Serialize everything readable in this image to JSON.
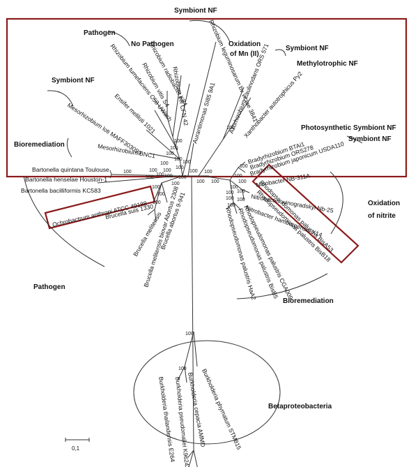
{
  "figure": {
    "groups": {
      "symbiont_nf_top": "Symbiont  NF",
      "pathogen_top": "Pathogen",
      "no_pathogen": "No Pathogen",
      "oxidation_mn": "Oxidation",
      "oxidation_mn_2": "of Mn (II)",
      "symbiont_nf_right": "Symbiont  NF",
      "methylotrophic": "Methylotrophic NF",
      "symbiont_nf_left": "Symbiont  NF",
      "photosynthetic": "Photosynthetic Symbiont NF",
      "symbiont_nf_mid": "Symbiont NF",
      "bioremediation_left": "Bioremediation",
      "oxidation_nitrite": "Oxidation",
      "oxidation_nitrite_2": "of nitrite",
      "pathogen_bottom": "Pathogen",
      "bioremediation_bottom": "Bioremediation",
      "betaproteobacteria": "Betaproteobacteria"
    },
    "taxa": {
      "rhizobium_leguminosarum": "Rhizobium leguminosarum bv viciae 3841",
      "rhizobium_etli": "Rhizobium etli CFN 42",
      "rhizobium_radiobacter": "Rhizobium radiobacter K84",
      "rhizobium_vitis": "Rhizobium vitis S4",
      "rhizobium_tumefaciens": "Rhizobium tumefaciens C58 UWash",
      "ensifer_meliloti": "Ensifer meliloti 1021",
      "mesorhizobium_loti": "Mesorhizobium loti MAFF303099",
      "mesorhizobium_bnc1": "Mesorhizobium BNC1",
      "aurantimonas": "Aurantimonas SI85 9A1",
      "azorhizobium": "Azorhizobium caulinodans ORS 571",
      "xanthobacter": "Xanthobacter autotrophicus Py2",
      "brady_btai1": "Bradyrhizobium BTAi1",
      "brady_ors278": "Bradyrhizobium ORS278",
      "brady_japonicum": "Bradyrhizobium japonicum USDA110",
      "nitrobacter_nb311a": "Nitrobacter NB-311A",
      "nitrobacter_winogradskyi": "Nitrobacter winogradskyi Nb-25",
      "nitrobacter_hamburgensis": "Nitrobacter hamburgensis X14",
      "rhodo_bisa53": "Rhodopseudomonas palustris BisA53",
      "rhodo_bisb18": "Rhodopseudomonas palustris BisB18",
      "rhodo_cga009": "Rhodopseudomonas palustris CGA009",
      "rhodo_bisb5": "Rhodopseudomonas palustris BisB5",
      "rhodo_haa2": "Rhodopseudomonas palustris HaA2",
      "bartonella_quintana": "Bartonella quintana Toulouse",
      "bartonella_henselae": "Bartonella henselae Houston-1",
      "bartonella_bacilliformis": "Bartonella bacilliformis KC583",
      "ochrobactrum": "Ochrobactrum anthropi ATCC 49188",
      "brucella_suis": "Brucella suis 1330",
      "brucella_melitensis_abortus": "Brucella melitensis biovar Abortus 2308",
      "brucella_abortus": "Brucella abortus 9-941",
      "brucella_melitensis": "Brucella melitensis",
      "burk_thailandensis": "Burkholderia thailandensis E264",
      "burk_pseudomallei": "Burkholderia pseudomallei K96243",
      "burk_cepacia": "Burkholderia cepacia AMMD",
      "burk_phymatum": "Burkholderia phymatum STM815"
    },
    "bootstrap": {
      "b1": "100",
      "b2": "100",
      "b3": "100",
      "b4": "100",
      "b5": "100",
      "b6": "100",
      "b7": "100",
      "b8": "100",
      "b9": "100",
      "b10": "100",
      "b11": "100",
      "b12": "100",
      "b13": "100",
      "b14": "100",
      "b15": "100",
      "b16": "100",
      "b17": "100",
      "b18": "100",
      "b19": "100",
      "b20": "100",
      "b21": "100",
      "b22": "100",
      "b23": "100",
      "b24": "100",
      "b25": "100",
      "b26": "100",
      "b27": "100",
      "b28": "100",
      "b29": "100",
      "b30": "100",
      "b31": "100",
      "b32": "100",
      "b33": "100",
      "b34": "100"
    },
    "scale_bar_label": "0,1",
    "box_color": "#8b1a1a"
  }
}
